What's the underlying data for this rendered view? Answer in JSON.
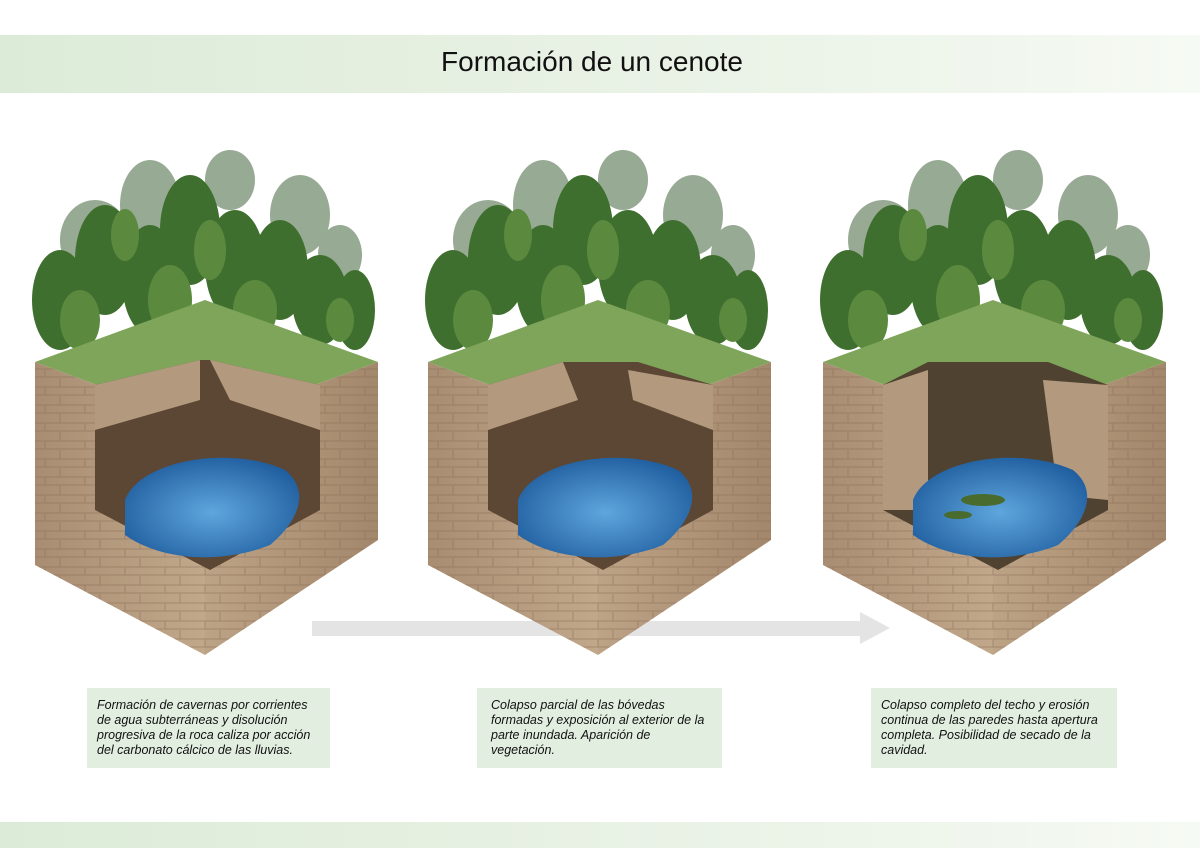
{
  "header": {
    "title": "Formación de un cenote"
  },
  "stages": [
    {
      "caption": "Formación de cavernas por corrientes de agua subterráneas y disolución progresiva de la roca caliza por acción del carbonato cálcico de las lluvias."
    },
    {
      "caption": "Colapso parcial de las bóvedas formadas y exposición al exterior de la parte inundada. Aparición de vegetación."
    },
    {
      "caption": "Colapso completo del techo y erosión continua de las paredes hasta apertura completa. Posibilidad de secado de la cavidad."
    }
  ],
  "colors": {
    "band": "#dcebd8",
    "caption_bg": "#e2eee0",
    "rock": "#b59a7e",
    "water": "#2f7fc4",
    "foliage": "#3f6f2e",
    "arrow": "#e4e4e4"
  }
}
